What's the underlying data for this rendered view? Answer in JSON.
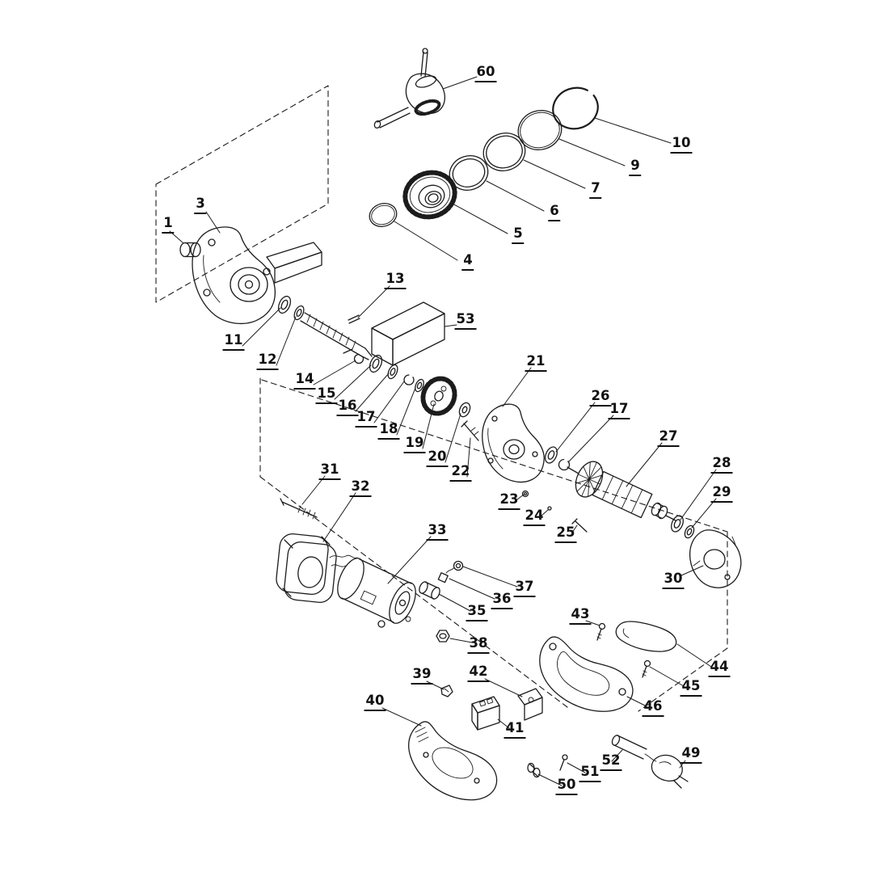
{
  "diagram": {
    "labels": {
      "1": "1",
      "3": "3",
      "4": "4",
      "5": "5",
      "6": "6",
      "7": "7",
      "9": "9",
      "10": "10",
      "11": "11",
      "12": "12",
      "13": "13",
      "14": "14",
      "15": "15",
      "16": "16",
      "17": "17",
      "18": "18",
      "19": "19",
      "20": "20",
      "21": "21",
      "22": "22",
      "23": "23",
      "24": "24",
      "25": "25",
      "26": "26",
      "27": "27",
      "28": "28",
      "29": "29",
      "30": "30",
      "31": "31",
      "32": "32",
      "33": "33",
      "35": "35",
      "36": "36",
      "37": "37",
      "38": "38",
      "39": "39",
      "40": "40",
      "41": "41",
      "42": "42",
      "43": "43",
      "44": "44",
      "45": "45",
      "46": "46",
      "49": "49",
      "50": "50",
      "51": "51",
      "52": "52",
      "53": "53",
      "60": "60"
    }
  },
  "colors": {
    "line": "#1c1c1c",
    "background": "#ffffff"
  }
}
